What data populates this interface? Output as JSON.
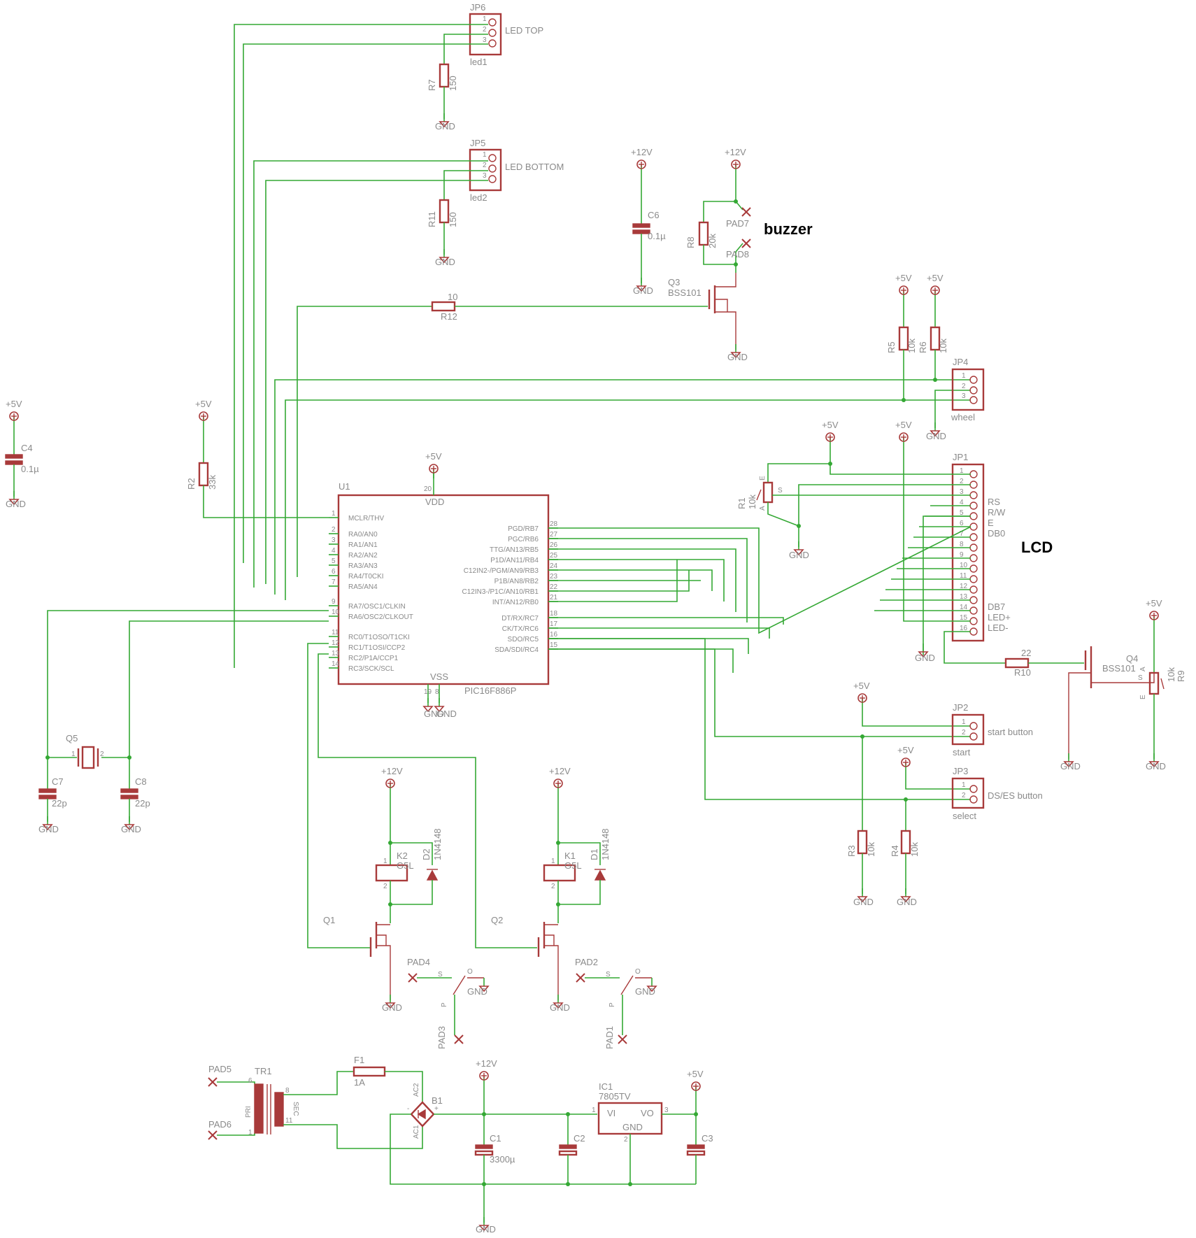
{
  "colors": {
    "wire": "#34a834",
    "part": "#a83a3a",
    "text": "#8a8a8a"
  },
  "titles": {
    "buzzer": "buzzer",
    "lcd": "LCD"
  },
  "supply": {
    "p5": "+5V",
    "p12": "+12V",
    "gnd": "GND"
  },
  "jp6": {
    "name": "JP6",
    "desc": "LED TOP",
    "val": "led1",
    "pins": [
      "1",
      "2",
      "3"
    ]
  },
  "jp5": {
    "name": "JP5",
    "desc": "LED BOTTOM",
    "val": "led2",
    "pins": [
      "1",
      "2",
      "3"
    ]
  },
  "jp4": {
    "name": "JP4",
    "val": "wheel",
    "pins": [
      "1",
      "2",
      "3"
    ]
  },
  "jp2": {
    "name": "JP2",
    "desc": "start button",
    "val": "start",
    "pins": [
      "1",
      "2"
    ]
  },
  "jp3": {
    "name": "JP3",
    "desc": "DS/ES button",
    "val": "select",
    "pins": [
      "1",
      "2"
    ]
  },
  "jp1": {
    "name": "JP1",
    "pins": [
      "1",
      "2",
      "3",
      "4",
      "5",
      "6",
      "7",
      "8",
      "9",
      "10",
      "11",
      "12",
      "13",
      "14",
      "15",
      "16"
    ],
    "labels": {
      "p4": "RS",
      "p5": "R/W",
      "p6": "E",
      "p7": "DB0",
      "p14": "DB7",
      "p15": "LED+",
      "p16": "LED-"
    }
  },
  "r7": {
    "name": "R7",
    "val": "150"
  },
  "r11": {
    "name": "R11",
    "val": "150"
  },
  "r12": {
    "name": "R12",
    "val": "10"
  },
  "r8": {
    "name": "R8",
    "val": "20k"
  },
  "r5": {
    "name": "R5",
    "val": "10k"
  },
  "r6": {
    "name": "R6",
    "val": "10k"
  },
  "r2": {
    "name": "R2",
    "val": "33k"
  },
  "r1": {
    "name": "R1",
    "val": "10k",
    "e": "E",
    "a": "A",
    "s": "S"
  },
  "r10": {
    "name": "R10",
    "val": "22"
  },
  "r9": {
    "name": "R9",
    "val": "10k",
    "a": "A",
    "e": "E",
    "s": "S"
  },
  "r3": {
    "name": "R3",
    "val": "10k"
  },
  "r4": {
    "name": "R4",
    "val": "10k"
  },
  "c6": {
    "name": "C6",
    "val": "0.1µ"
  },
  "c4": {
    "name": "C4",
    "val": "0.1µ"
  },
  "c7": {
    "name": "C7",
    "val": "22p"
  },
  "c8": {
    "name": "C8",
    "val": "22p"
  },
  "c1": {
    "name": "C1",
    "val": "3300µ"
  },
  "c2": {
    "name": "C2"
  },
  "c3": {
    "name": "C3"
  },
  "q5": {
    "name": "Q5",
    "p1": "1",
    "p2": "2"
  },
  "q3": {
    "name": "Q3",
    "val": "BSS101"
  },
  "q4": {
    "name": "Q4",
    "val": "BSS101"
  },
  "q1": {
    "name": "Q1"
  },
  "q2": {
    "name": "Q2"
  },
  "pads": {
    "pad7": "PAD7",
    "pad8": "PAD8",
    "pad4": "PAD4",
    "pad3": "PAD3",
    "pad2": "PAD2",
    "pad1": "PAD1",
    "pad5": "PAD5",
    "pad6": "PAD6"
  },
  "k2": {
    "name": "K2",
    "val": "G5L",
    "p1": "1",
    "p2": "2"
  },
  "k1": {
    "name": "K1",
    "val": "G5L",
    "p1": "1",
    "p2": "2"
  },
  "d2": {
    "name": "D2",
    "val": "1N4148"
  },
  "d1": {
    "name": "D1",
    "val": "1N4148"
  },
  "sw": {
    "s": "S",
    "o": "O",
    "p": "P"
  },
  "tr1": {
    "name": "TR1",
    "pri": "PRI",
    "sec": "SEC",
    "p6": "6",
    "p1": "1",
    "p8": "8",
    "p11": "11"
  },
  "f1": {
    "name": "F1",
    "val": "1A"
  },
  "b1": {
    "name": "B1",
    "ac1": "AC1",
    "ac2": "AC2",
    "minus": "-",
    "plus": "+"
  },
  "ic1": {
    "name": "IC1",
    "val": "7805TV",
    "vi": "VI",
    "vo": "VO",
    "gnd": "GND",
    "p1": "1",
    "p2": "2",
    "p3": "3"
  },
  "u1": {
    "name": "U1",
    "val": "PIC16F886P",
    "vdd": "VDD",
    "vss": "VSS",
    "vdd_pin": "20",
    "vss_pin1": "19",
    "vss_pin2": "8",
    "left": [
      {
        "num": "1",
        "label": "MCLR/THV"
      },
      {
        "num": "2",
        "label": "RA0/AN0"
      },
      {
        "num": "3",
        "label": "RA1/AN1"
      },
      {
        "num": "4",
        "label": "RA2/AN2"
      },
      {
        "num": "5",
        "label": "RA3/AN3"
      },
      {
        "num": "6",
        "label": "RA4/T0CKI"
      },
      {
        "num": "7",
        "label": "RA5/AN4"
      },
      {
        "num": "9",
        "label": "RA7/OSC1/CLKIN"
      },
      {
        "num": "10",
        "label": "RA6/OSC2/CLKOUT"
      },
      {
        "num": "11",
        "label": "RC0/T1OSO/T1CKI"
      },
      {
        "num": "12",
        "label": "RC1/T1OSI/CCP2"
      },
      {
        "num": "13",
        "label": "RC2/P1A/CCP1"
      },
      {
        "num": "14",
        "label": "RC3/SCK/SCL"
      }
    ],
    "right": [
      {
        "num": "28",
        "label": "PGD/RB7"
      },
      {
        "num": "27",
        "label": "PGC/RB6"
      },
      {
        "num": "26",
        "label": "TTG/AN13/RB5"
      },
      {
        "num": "25",
        "label": "P1D/AN11/RB4"
      },
      {
        "num": "24",
        "label": "C12IN2-/PGM/AN9/RB3"
      },
      {
        "num": "23",
        "label": "P1B/AN8/RB2"
      },
      {
        "num": "22",
        "label": "C12IN3-/P1C/AN10/RB1"
      },
      {
        "num": "21",
        "label": "INT/AN12/RB0"
      },
      {
        "num": "18",
        "label": "DT/RX/RC7"
      },
      {
        "num": "17",
        "label": "CK/TX/RC6"
      },
      {
        "num": "16",
        "label": "SDO/RC5"
      },
      {
        "num": "15",
        "label": "SDA/SDI/RC4"
      }
    ]
  }
}
